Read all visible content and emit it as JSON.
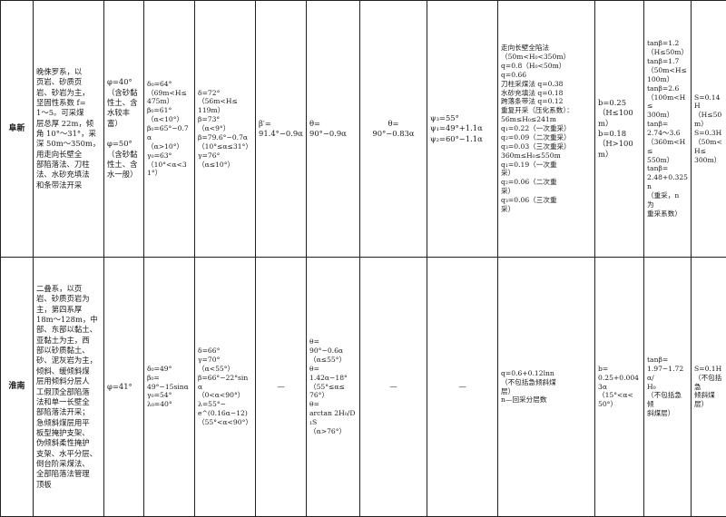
{
  "table": {
    "rows": [
      {
        "name": "阜新",
        "geology": [
          "晚侏罗系，以",
          "页岩、砂质页",
          "岩、砂岩为主，",
          "坚固性系数 f=",
          "1～5。可采煤",
          "层总厚 22m，倾",
          "角 10°～31°，采",
          "深 50m～350m，",
          "用走向长壁全",
          "部陷落法、刀柱",
          "法、水砂充填法",
          "和条带法开采"
        ],
        "phi": [
          "φ=40°",
          "（含砂黏",
          "性土、含",
          "水较丰",
          "富）",
          "",
          "φ=50°",
          "（含砂黏",
          "性土、含",
          "水一般）"
        ],
        "delta0": [
          "δ₀=64°",
          "（69m<H≤",
          "475m）",
          "β₀=61°",
          "（α<10°）",
          "β₀=65°−0.7α",
          "（α>10°）",
          "γ₀=63°",
          "（10°<α<31°）"
        ],
        "delta": [
          "δ=72°",
          "（56m<H≤",
          "119m）",
          "β=73°",
          "（α<9°）",
          "β=79.6°−0.7α",
          "（10°≤α≤31°）",
          "γ=76°",
          "（α≤10°）"
        ],
        "beta_prime": [
          "β′=",
          "91.4°−0.9α"
        ],
        "theta": [
          "θ=",
          "90°−0.9α"
        ],
        "theta2": [
          "θ=",
          "90°−0.83α"
        ],
        "psi": [
          "ψ₃=55°",
          "ψ₁=49°+1.1α",
          "ψ₂=60°−1.1α"
        ],
        "q": [
          "走向长壁全陷法",
          "（50m<H₀<350m）",
          "q=0.8（H₀<50m）",
          "q=0.66",
          "刀柱采煤法 q=0.38",
          "水砂充填法 q=0.18",
          "跨落条带法 q=0.12",
          "重复开采（压化系数）：",
          "56m≤H₀≤241m",
          "q₁=0.22（一次重采）",
          "q₂=0.09（二次重采）",
          "q₃=0.03（三次重采）",
          "360m≤H₀≤550m",
          "q₁=0.19（一次重",
          "采）",
          "q₂=0.06（二次重",
          "采）",
          "q₃=0.06（三次重",
          "采）"
        ],
        "b": [
          "b=0.25",
          "（H≤100m）",
          "b=0.18",
          "（H>100m）"
        ],
        "tan": [
          "tanβ=1.2",
          "（H≤50m）",
          "tanβ=1.7",
          "（50m<H≤",
          "100m）",
          "tanβ=2.6",
          "（100m<H≤",
          "300m）",
          "tanβ=",
          "2.74～3.6",
          "（360m<H≤",
          "550m）",
          "tanβ=",
          "2.48+0.325n",
          "（重采，n 为",
          "重采系数）"
        ],
        "s": [
          "S=0.14H",
          "（H≤50m）",
          "S=0.3H",
          "（50m<H≤",
          "300m）"
        ]
      },
      {
        "name": "淮南",
        "geology": [
          "二叠系，以页",
          "岩、砂质页岩为",
          "主，第四系厚",
          "18m～128m，中",
          "部、东部以黏土、",
          "亚黏土为主，西",
          "部以砂质黏土、",
          "砂、泥灰岩为主，",
          "倾斜、缓倾斜煤",
          "层用倾斜分层人",
          "工假顶全部陷落",
          "法和单一长壁全",
          "部陷落法开采；",
          "急倾斜煤层用平",
          "板型掩护支架、",
          "伪倾斜柔性掩护",
          "支架、水平分层、",
          "倒台阶采煤法、",
          "全部陷落法管理",
          "顶板"
        ],
        "phi": [
          "φ=41°"
        ],
        "delta0": [
          "δ₀=49°",
          "β₀=",
          "49°−15sinα",
          "γ₀=54°",
          "λ₀=40°"
        ],
        "delta": [
          "δ=66°",
          "γ=70°",
          "（α<55°）",
          "β=66°−22°sinα",
          "（0<α<90°）",
          "λ=55°−",
          "e^(0.16α−12)",
          "（55°<α<90°）"
        ],
        "beta_prime": [
          "—"
        ],
        "theta": [
          "θ=",
          "90°−0.6α",
          "（α≤55°）",
          "θ=",
          "1.42α−18°",
          "（55°≤α≤",
          "76°）",
          "θ=",
          "arctan 2H₀/D₁S",
          "（α>76°）"
        ],
        "theta2": [
          "—"
        ],
        "psi": [
          "—"
        ],
        "q": [
          "q=0.6+0.12lnn",
          "（不包括急倾斜煤",
          "层）",
          "n—回采分层数"
        ],
        "b": [
          "b=",
          "0.25+0.0043α",
          "（15°<α<",
          "50°）"
        ],
        "tan": [
          "tanβ=",
          "1.97−1.72α/",
          "H₀",
          "（不包括急倾",
          "斜煤层）"
        ],
        "s": [
          "S=0.1H",
          "（不包括急",
          "倾斜煤层）"
        ]
      }
    ]
  }
}
